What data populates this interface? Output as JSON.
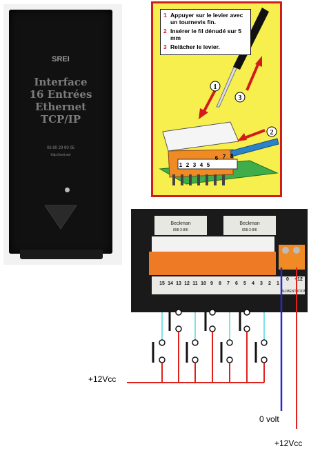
{
  "device": {
    "brand": "SREI",
    "title_lines": [
      "Interface",
      "16 Entrées",
      "Ethernet",
      "TCP/IP"
    ],
    "phone": "03 80 29 90 05",
    "url": "http://srei.net"
  },
  "instructions": {
    "steps": [
      {
        "num": "1",
        "text": "Appuyer sur le levier avec un tournevis fin."
      },
      {
        "num": "2",
        "text": "Insérer le fil dénudé sur 5 mm"
      },
      {
        "num": "3",
        "text": "Relâcher le levier."
      }
    ],
    "callouts": [
      "1",
      "2",
      "3"
    ],
    "terminal_numbers": [
      "1",
      "2",
      "3",
      "4",
      "5",
      "6",
      "7",
      "8"
    ]
  },
  "photo": {
    "relay_labels": [
      "Beckman",
      "Beckman"
    ],
    "relay_part": [
      "898-3-8IK",
      "898-3-8IK"
    ],
    "channel_labels": [
      "15",
      "14",
      "13",
      "12",
      "11",
      "10",
      "9",
      "8",
      "7",
      "6",
      "5",
      "4",
      "3",
      "2",
      "1"
    ],
    "power_label": "ALIMENTATION",
    "power_terminals": [
      "0",
      "+12"
    ]
  },
  "schematic": {
    "supply_left": "+12Vcc",
    "ground_label": "0 volt",
    "supply_bottom": "+12Vcc",
    "colors": {
      "input_wire": "#7fe0e6",
      "supply_wire": "#e0201b",
      "ground_wire": "#2a2acc"
    }
  }
}
